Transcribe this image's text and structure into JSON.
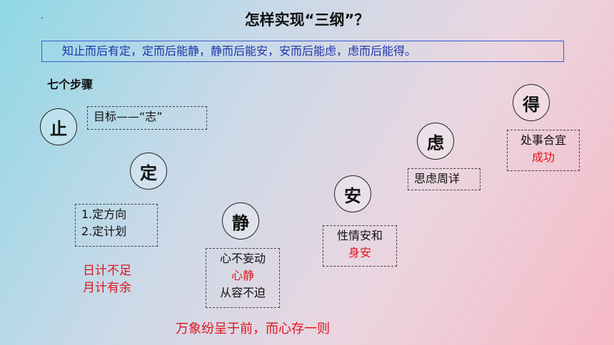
{
  "title": "怎样实现“三纲”？",
  "quote": "知止而后有定，定而后能静，静而后能安，安而后能虑，虑而后能得。",
  "steps_label": "七个步骤",
  "steps": {
    "zhi": {
      "char": "止",
      "note": "目标——“志”"
    },
    "ding": {
      "char": "定",
      "note_line1": "1.定方向",
      "note_line2": "2.定计划"
    },
    "jing": {
      "char": "静",
      "note_line1": "心不妄动",
      "note_line2": "心静",
      "note_line3": "从容不迫"
    },
    "an": {
      "char": "安",
      "note_line1": "性情安和",
      "note_line2": "身安"
    },
    "lv": {
      "char": "虑",
      "note": "思虑周详"
    },
    "de": {
      "char": "得",
      "note_line1": "处事合宜",
      "note_line2": "成功"
    }
  },
  "red_note_1": "日计不足",
  "red_note_2": "月计有余",
  "bottom_note": "万象纷呈于前，而心存一则",
  "colors": {
    "accent_red": "#e0141c",
    "quote_blue": "#1c34a8"
  }
}
